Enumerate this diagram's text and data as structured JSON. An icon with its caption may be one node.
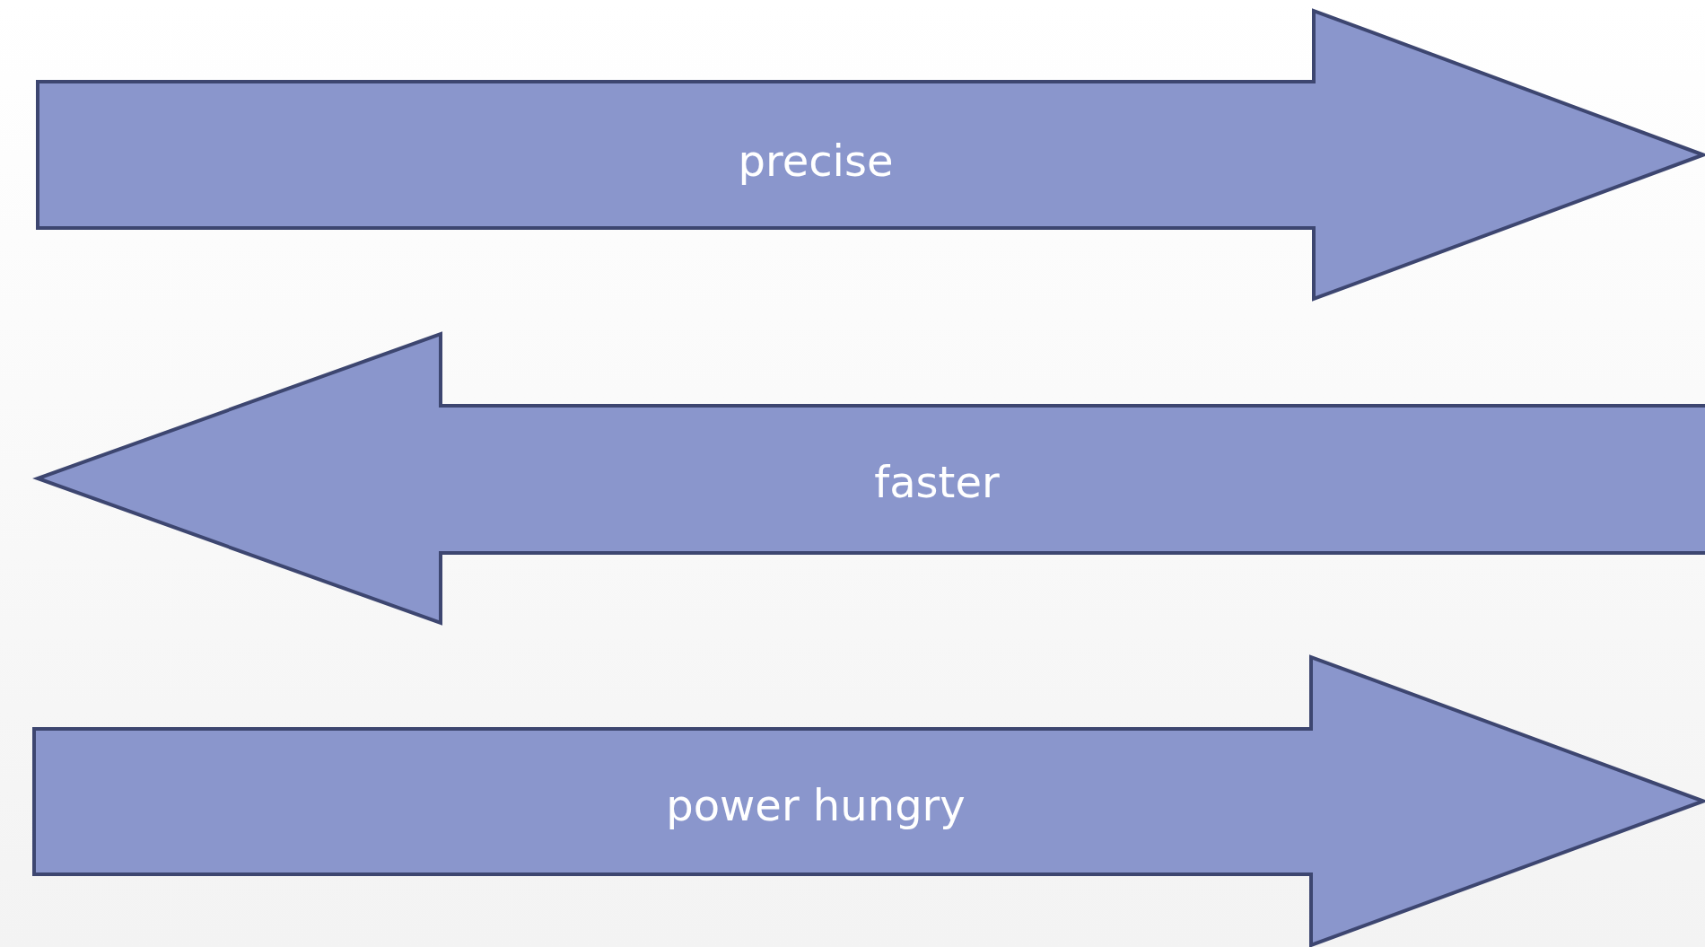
{
  "diagram": {
    "nodes": [
      {
        "text": [
          "precise"
        ]
      },
      {
        "text": [
          "faster"
        ]
      },
      {
        "text": [
          "power hungry"
        ]
      }
    ]
  }
}
